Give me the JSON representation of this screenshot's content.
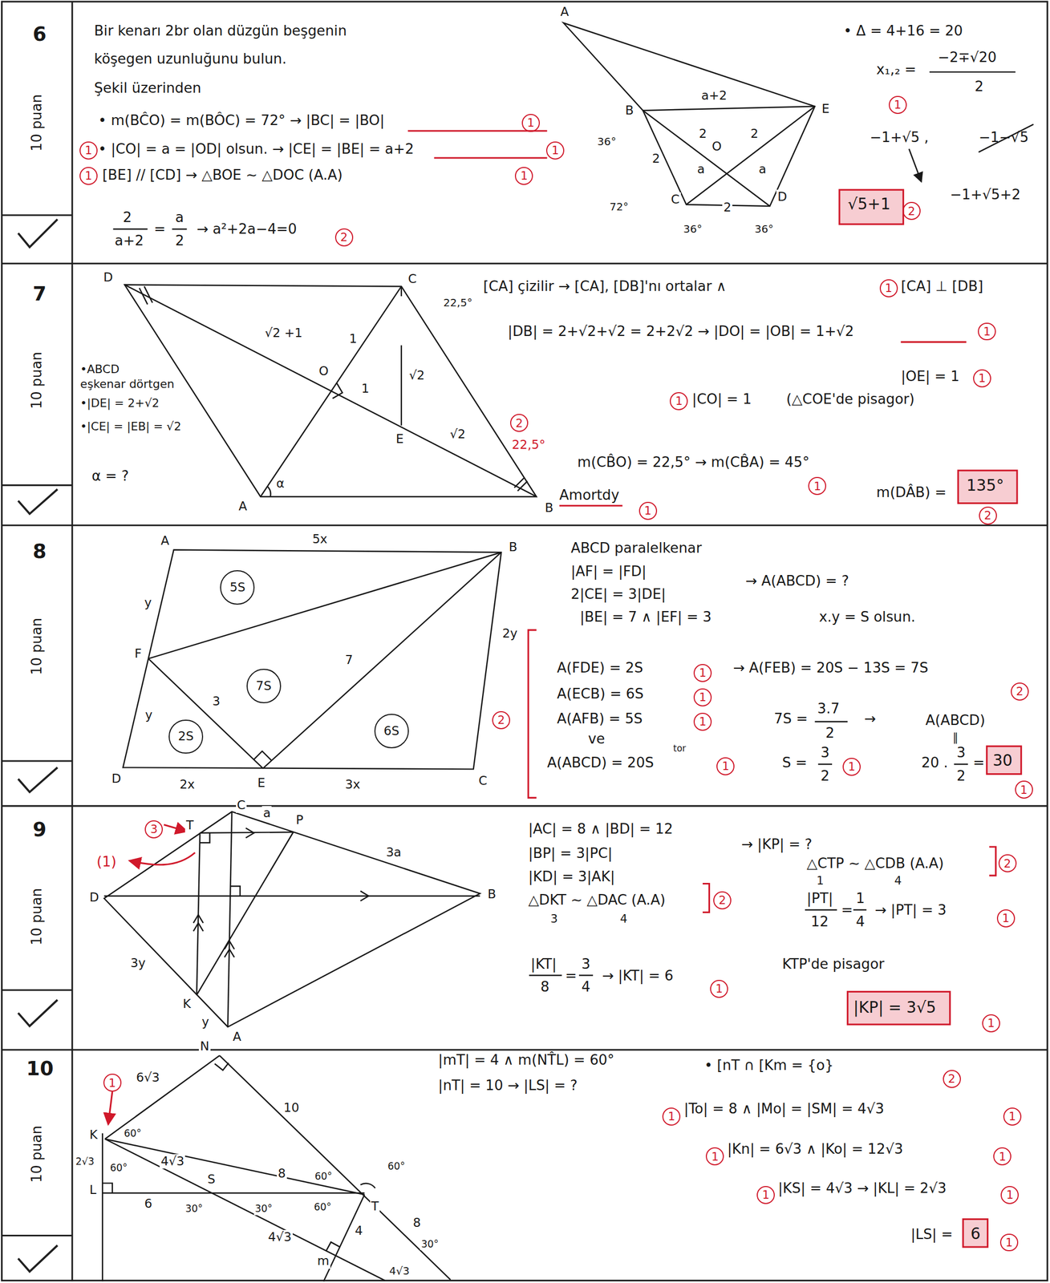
{
  "diagram": {
    "nodes": [
      {
        "text": [
          "5S"
        ]
      },
      {
        "text": [
          "7S"
        ]
      },
      {
        "text": [
          "2S"
        ]
      },
      {
        "text": [
          "6S"
        ]
      },
      {
        "text": [
          "1"
        ]
      },
      {
        "text": [
          "1"
        ]
      },
      {
        "text": [
          "1"
        ]
      },
      {
        "text": [
          "1"
        ]
      },
      {
        "text": [
          "1"
        ]
      },
      {
        "text": [
          "2"
        ]
      },
      {
        "text": [
          "1"
        ]
      },
      {
        "text": [
          "2"
        ]
      },
      {
        "text": [
          "1"
        ]
      },
      {
        "text": [
          "1"
        ]
      },
      {
        "text": [
          "1"
        ]
      },
      {
        "text": [
          "1"
        ]
      },
      {
        "text": [
          "2"
        ]
      },
      {
        "text": [
          "1"
        ]
      },
      {
        "text": [
          "1"
        ]
      },
      {
        "text": [
          "2"
        ]
      },
      {
        "text": [
          "1"
        ]
      },
      {
        "text": [
          "1"
        ]
      },
      {
        "text": [
          "1"
        ]
      },
      {
        "text": [
          "1"
        ]
      },
      {
        "text": [
          "2"
        ]
      },
      {
        "text": [
          "2"
        ]
      },
      {
        "text": [
          "1"
        ]
      },
      {
        "text": [
          "1"
        ]
      },
      {
        "text": [
          "3"
        ]
      },
      {
        "text": [
          "2"
        ]
      },
      {
        "text": [
          "2"
        ]
      },
      {
        "text": [
          "1"
        ]
      },
      {
        "text": [
          "1"
        ]
      },
      {
        "text": [
          "1"
        ]
      },
      {
        "text": [
          "1"
        ]
      },
      {
        "text": [
          "2"
        ]
      },
      {
        "text": [
          "1"
        ]
      },
      {
        "text": [
          "1"
        ]
      },
      {
        "text": [
          "1"
        ]
      },
      {
        "text": [
          "1"
        ]
      },
      {
        "text": [
          "1"
        ]
      },
      {
        "text": [
          "1"
        ]
      },
      {
        "text": [
          "1"
        ]
      }
    ],
    "labels": [
      "6",
      "10 puan",
      "Bir kenarı 2br olan düzgün beşgenin",
      "köşegen uzunluğunu bulun.",
      "Şekil üzerinden",
      "• m(BĈO) = m(BÔC) = 72° → |BC| = |BO|",
      "• |CO| = a = |OD| olsun. → |CE| = |BE| = a+2",
      "[BE] // [CD] → △BOE ∼ △DOC (A.A)",
      "2",
      "a+2",
      "=",
      "a",
      "2",
      "→ a²+2a−4=0",
      "• Δ = 4+16 = 20",
      "x₁,₂ =",
      "−2∓√20",
      "2",
      "−1+√5 ,",
      "−1−√5",
      "−1+√5+2",
      "√5+1",
      "A",
      "B",
      "E",
      "C",
      "D",
      "O",
      "a+2",
      "2",
      "2",
      "a",
      "a",
      "2",
      "2",
      "36°",
      "72°",
      "36°",
      "36°",
      "7",
      "10 puan",
      "[CA] çizilir → [CA], [DB]'nı ortalar ∧",
      "[CA] ⊥ [DB]",
      "|DB| = 2+√2+√2 = 2+2√2 → |DO| = |OB| = 1+√2",
      "|OE| = 1",
      "|CO| = 1",
      "(△COE'de pisagor)",
      "m(CB̂O) = 22,5° → m(CB̂A) = 45°",
      "m(DÂB) =",
      "135°",
      "Amortdy",
      "22,5°",
      "•ABCD",
      "eşkenar dörtgen",
      "•|DE| = 2+√2",
      "•|CE| = |EB| = √2",
      "α = ?",
      "D",
      "C",
      "A",
      "B",
      "O",
      "E",
      "√2 +1",
      "1",
      "1",
      "√2",
      "√2",
      "22,5°",
      "α",
      "8",
      "10 puan",
      "A",
      "B",
      "D",
      "C",
      "F",
      "E",
      "5x",
      "y",
      "y",
      "3",
      "7",
      "2x",
      "3x",
      "2y",
      "ABCD paralelkenar",
      "|AF| = |FD|",
      "2|CE| = 3|DE|",
      "|BE| = 7 ∧ |EF| = 3",
      "→ A(ABCD) = ?",
      "x.y = S olsun.",
      "A(FDE) = 2S",
      "A(ECB) = 6S",
      "A(AFB) = 5S",
      "ve",
      "A(ABCD) = 20S",
      "tor",
      "→ A(FEB) = 20S − 13S = 7S",
      "7S =",
      "3.7",
      "2",
      "→",
      "S =",
      "3",
      "2",
      "A(ABCD)",
      "∥",
      "20 .",
      "3",
      "2",
      "=",
      "30",
      "9",
      "10 puan",
      "C",
      "T",
      "P",
      "a",
      "3a",
      "D",
      "B",
      "3y",
      "K",
      "y",
      "A",
      "(1)",
      "|AC| = 8 ∧ |BD| = 12",
      "|BP| = 3|PC|",
      "|KD| = 3|AK|",
      "△DKT ∼ △DAC (A.A)",
      "3",
      "4",
      "|KT|",
      "8",
      "=",
      "3",
      "4",
      "→ |KT| = 6",
      "→ |KP| = ?",
      "△CTP ∼ △CDB (A.A)",
      "1",
      "4",
      "|PT|",
      "12",
      "=",
      "1",
      "4",
      "→ |PT| = 3",
      "KTP'de pisagor",
      "|KP| = 3√5",
      "10",
      "10 puan",
      "N",
      "K",
      "L",
      "S",
      "T",
      "m",
      "6√3",
      "10",
      "60°",
      "60°",
      "2√3",
      "4√3",
      "6",
      "8",
      "60°",
      "60°",
      "60°",
      "30°",
      "30°",
      "4√3",
      "4",
      "8",
      "30°",
      "4√3",
      "|mT| = 4 ∧ m(NT̂L) = 60°",
      "|nT| = 10 → |LS| = ?",
      "• [nT ∩ [Km = {o}",
      "|To| = 8 ∧ |Mo| = |SM| = 4√3",
      "|Kn| = 6√3 ∧ |Ko| = 12√3",
      "|KS| = 4√3 → |KL| = 2√3",
      "|LS| =",
      "6"
    ]
  }
}
